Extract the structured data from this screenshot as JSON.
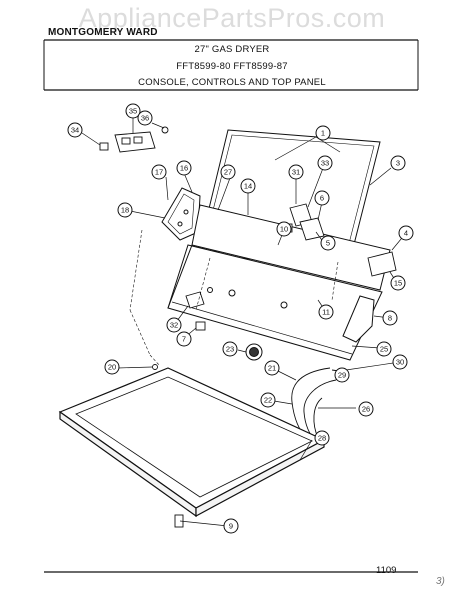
{
  "watermark": "AppliancePartsPros.com",
  "header": {
    "brand": "MONTGOMERY WARD",
    "product": "27\" GAS DRYER",
    "models": "FFT8599-80  FFT8599-87",
    "section": "CONSOLE, CONTROLS AND TOP PANEL"
  },
  "page_number": "1109",
  "corner_mark": "3)",
  "callouts": [
    "35",
    "36",
    "34",
    "1",
    "33",
    "3",
    "16",
    "17",
    "27",
    "14",
    "31",
    "6",
    "18",
    "10",
    "5",
    "4",
    "15",
    "32",
    "7",
    "11",
    "8",
    "23",
    "25",
    "30",
    "20",
    "21",
    "29",
    "22",
    "26",
    "28",
    "9"
  ]
}
